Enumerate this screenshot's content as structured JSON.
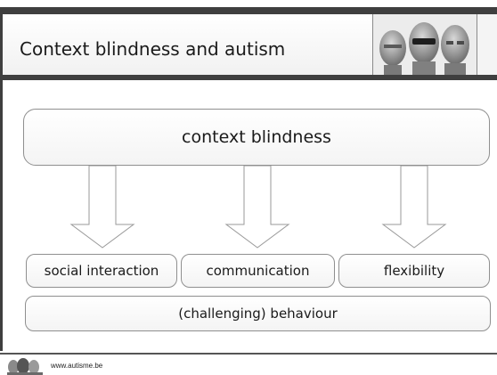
{
  "slide": {
    "title": "Context blindness and autism"
  },
  "diagram": {
    "top_box": "context blindness",
    "boxes": [
      "social interaction",
      "communication",
      "flexibility"
    ],
    "bottom_box": "(challenging) behaviour"
  },
  "footer": {
    "url": "www.autisme.be"
  },
  "icons": [
    "three-heads-image",
    "autisme-logo"
  ],
  "colors": {
    "rule": "#3f3f3f",
    "box_border": "#8f8f8f",
    "arrow_stroke": "#9a9a9a",
    "text": "#1a1a1a"
  }
}
